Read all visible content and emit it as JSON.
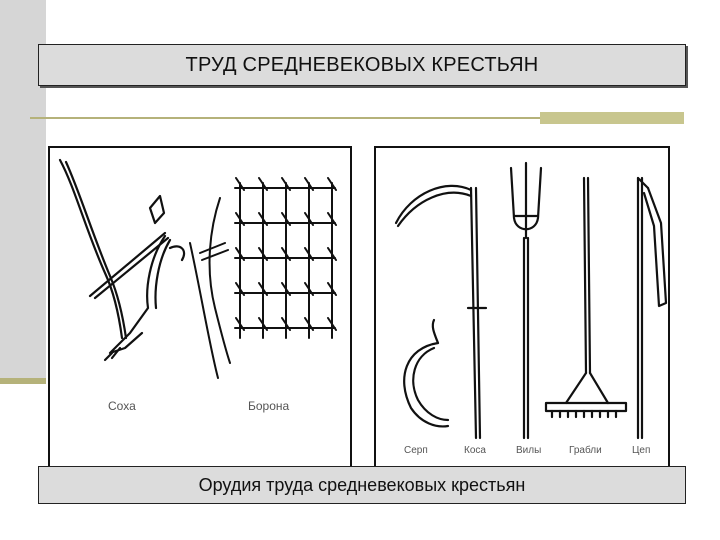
{
  "slide": {
    "title": "ТРУД СРЕДНЕВЕКОВЫХ КРЕСТЬЯН",
    "caption": "Орудия труда средневековых крестьян"
  },
  "left_panel": {
    "labels": [
      "Соха",
      "Борона"
    ]
  },
  "right_panel": {
    "labels": [
      "Серп",
      "Коса",
      "Вилы",
      "Грабли",
      "Цеп"
    ]
  },
  "colors": {
    "side_bar": "#d6d6d6",
    "accent": "#b5b27a",
    "title_fill": "#dcdcdc"
  }
}
